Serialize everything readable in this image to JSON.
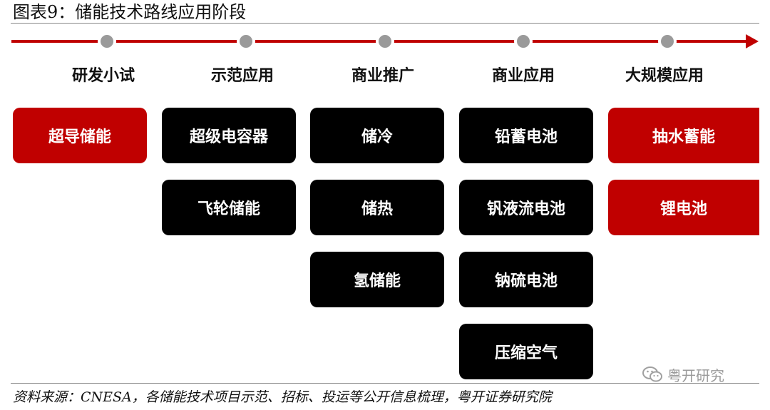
{
  "title": "图表9：储能技术路线应用阶段",
  "stages": [
    {
      "label": "研发小试",
      "items": [
        {
          "text": "超导储能",
          "color": "red"
        }
      ]
    },
    {
      "label": "示范应用",
      "items": [
        {
          "text": "超级电容器",
          "color": "black"
        },
        {
          "text": "飞轮储能",
          "color": "black"
        }
      ]
    },
    {
      "label": "商业推广",
      "items": [
        {
          "text": "储冷",
          "color": "black"
        },
        {
          "text": "储热",
          "color": "black"
        },
        {
          "text": "氢储能",
          "color": "black"
        }
      ]
    },
    {
      "label": "商业应用",
      "items": [
        {
          "text": "铅蓄电池",
          "color": "black"
        },
        {
          "text": "钒液流电池",
          "color": "black"
        },
        {
          "text": "钠硫电池",
          "color": "black"
        },
        {
          "text": "压缩空气",
          "color": "black"
        }
      ]
    },
    {
      "label": "大规模应用",
      "items": [
        {
          "text": "抽水蓄能",
          "color": "red"
        },
        {
          "text": "锂电池",
          "color": "red"
        }
      ]
    }
  ],
  "source": "资料来源：CNESA，各储能技术项目示范、招标、投运等公开信息梳理，粤开证券研究院",
  "watermark": "粤开研究",
  "colors": {
    "accent_red": "#c00000",
    "box_black": "#000000",
    "node_gray": "#9a9a9a"
  }
}
